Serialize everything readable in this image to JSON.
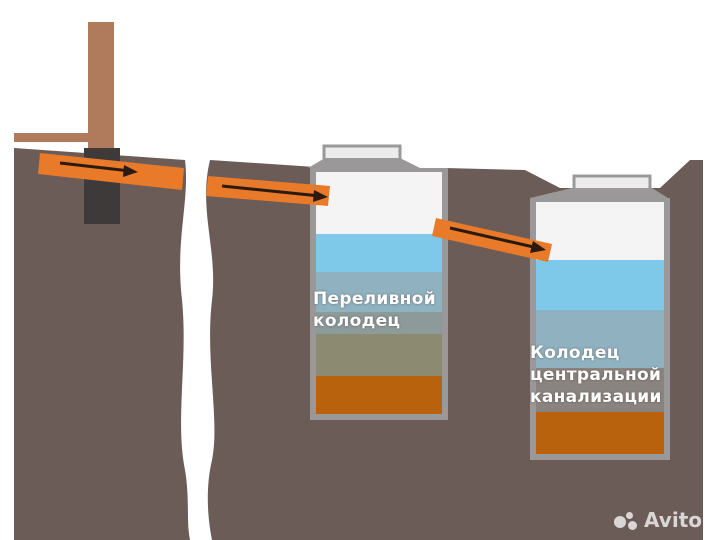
{
  "labels": {
    "overflow_well": [
      "Переливной",
      "колодец"
    ],
    "central_sewer_well": [
      "Колодец",
      "центральной",
      "канализации"
    ]
  },
  "watermark": {
    "text": "Avito"
  },
  "colors": {
    "soil": "#6b5c58",
    "pipe_orange": "#e87a2a",
    "arrow": "#2a1a12",
    "post_brown": "#b07a5c",
    "well_frame": "#9a9898",
    "water_blue": "#7ec9ea",
    "sludge_olive": "#8c8a70",
    "sediment_brown": "#b8620e"
  }
}
